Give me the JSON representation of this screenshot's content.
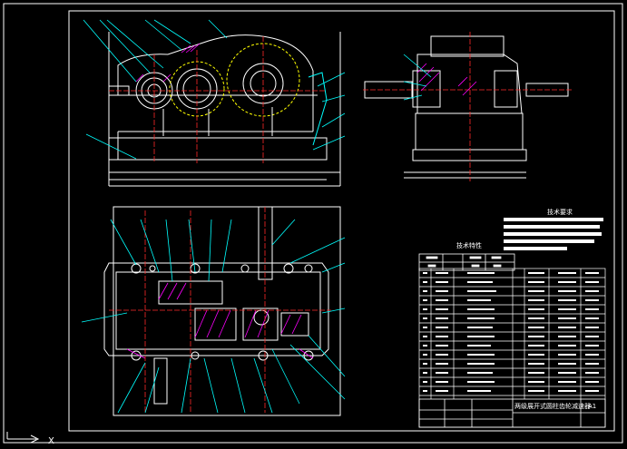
{
  "app": {
    "title": "CAD drawing viewport"
  },
  "ucs": {
    "x_label": "X",
    "icon": "ucs-axis-icon"
  },
  "notes": {
    "technical_requirements_title": "技术要求",
    "characteristics_title": "技术特性",
    "title_block_name": "两级展开式圆柱齿轮减速器",
    "sheet_code": "A1"
  },
  "colors": {
    "background": "#000000",
    "frame": "#ffffff",
    "outline": "#ffffff",
    "leader": "#00ffff",
    "center": "#ff2a2a",
    "hatch": "#ff00ff",
    "accent": "#ffff00"
  }
}
